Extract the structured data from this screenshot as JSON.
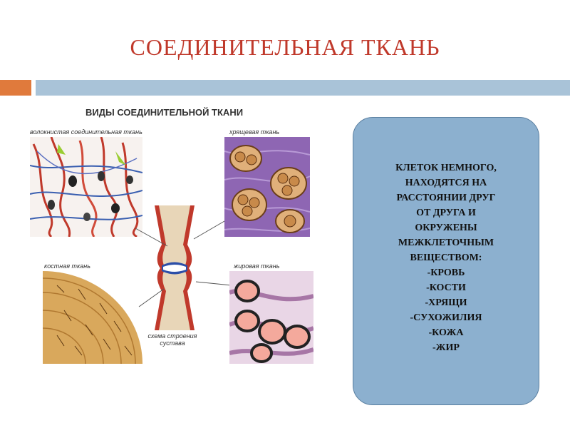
{
  "slide": {
    "title": "СОЕДИНИТЕЛЬНАЯ ТКАНЬ"
  },
  "figure": {
    "heading": "ВИДЫ СОЕДИНИТЕЛЬНОЙ ТКАНИ",
    "labels": {
      "fibrous": "волокнистая соединительная ткань",
      "cartilage": "хрящевая ткань",
      "bone": "костная ткань",
      "fat": "жировая ткань",
      "joint_line1": "схема строения",
      "joint_line2": "сустава"
    }
  },
  "info": {
    "lines": [
      "КЛЕТОК НЕМНОГО,",
      "НАХОДЯТСЯ НА",
      "РАССТОЯНИИ ДРУГ",
      "ОТ ДРУГА И",
      "ОКРУЖЕНЫ",
      "МЕЖКЛЕТОЧНЫМ",
      "ВЕЩЕСТВОМ:",
      "-КРОВЬ",
      "-КОСТИ",
      "-ХРЯЩИ",
      "-СУХОЖИЛИЯ",
      "-КОЖА",
      "-ЖИР"
    ]
  },
  "colors": {
    "title": "#c0392b",
    "accent_orange": "#e07a3c",
    "accent_blue": "#a9c3d8",
    "box_fill": "#8cb0cf"
  }
}
